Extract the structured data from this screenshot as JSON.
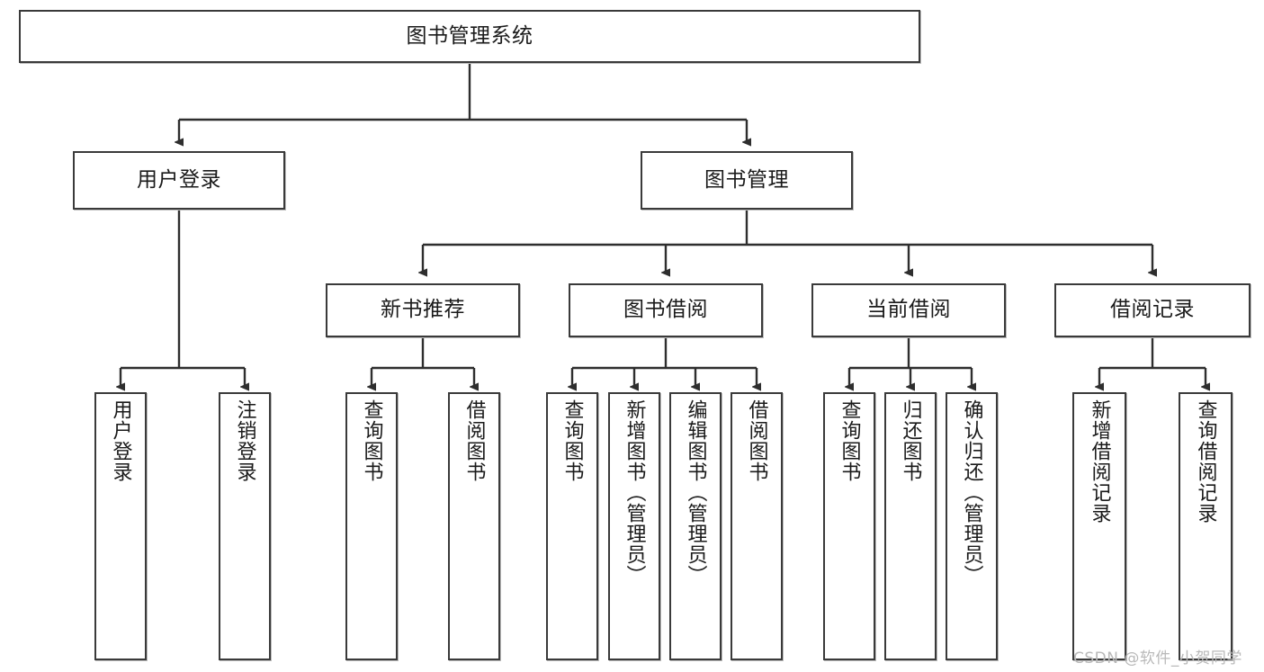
{
  "diagram": {
    "title": "图书管理系统",
    "type": "tree",
    "orientation": "top-down",
    "colors": {
      "node_border": "#3a3a3a",
      "node_fill": "#ffffff",
      "edge": "#2e2e2e",
      "background": "#ffffff",
      "watermark": "#b9b9b9"
    },
    "nodes": {
      "root": {
        "label": "图书管理系统",
        "level": 1
      },
      "level2": [
        {
          "id": "user-login",
          "label": "用户登录"
        },
        {
          "id": "book-manage",
          "label": "图书管理"
        }
      ],
      "level3": [
        {
          "id": "new-book-rec",
          "label": "新书推荐"
        },
        {
          "id": "book-borrow",
          "label": "图书借阅"
        },
        {
          "id": "current-borrow",
          "label": "当前借阅"
        },
        {
          "id": "borrow-record",
          "label": "借阅记录"
        }
      ],
      "leaves": {
        "user-login": [
          {
            "id": "leaf-user-login",
            "label": "用户登录"
          },
          {
            "id": "leaf-logout",
            "label": "注销登录"
          }
        ],
        "new-book-rec": [
          {
            "id": "leaf-query-book-1",
            "label": "查询图书"
          },
          {
            "id": "leaf-borrow-book-1",
            "label": "借阅图书"
          }
        ],
        "book-borrow": [
          {
            "id": "leaf-query-book-2",
            "label": "查询图书"
          },
          {
            "id": "leaf-add-book",
            "label": "新增图书（管理员）"
          },
          {
            "id": "leaf-edit-book",
            "label": "编辑图书（管理员）"
          },
          {
            "id": "leaf-borrow-book-2",
            "label": "借阅图书"
          }
        ],
        "current-borrow": [
          {
            "id": "leaf-query-book-3",
            "label": "查询图书"
          },
          {
            "id": "leaf-return-book",
            "label": "归还图书"
          },
          {
            "id": "leaf-confirm-return",
            "label": "确认归还（管理员）"
          }
        ],
        "borrow-record": [
          {
            "id": "leaf-add-record",
            "label": "新增借阅记录"
          },
          {
            "id": "leaf-query-record",
            "label": "查询借阅记录"
          }
        ]
      }
    },
    "watermark": "CSDN @软件_小贺同学"
  }
}
